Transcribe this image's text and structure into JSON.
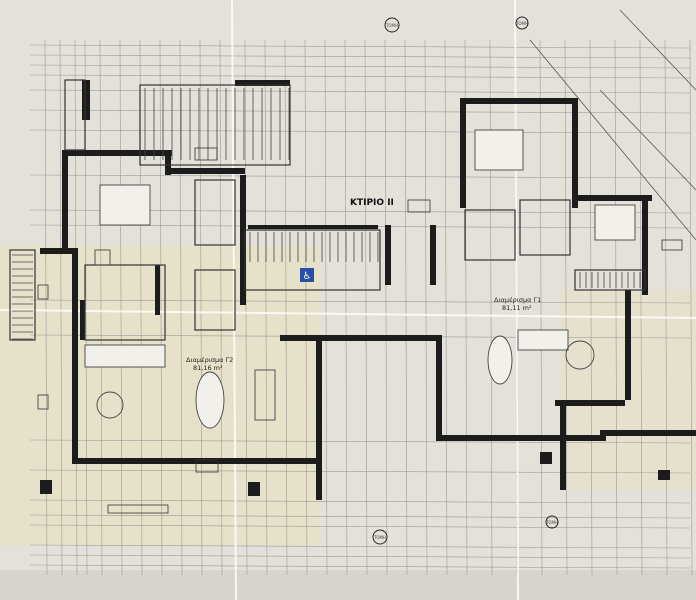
{
  "building_title": "ΚΤΙΡΙΟ ΙΙ",
  "apartments": [
    {
      "name": "Διαμέρισμα Γ2",
      "area": "81,16 m²"
    },
    {
      "name": "Διαμέρισμα Γ1",
      "area": "81,11 m²"
    }
  ],
  "section_markers": [
    "ΤΟΜΗ",
    "ΤΟΜΗ",
    "ΤΟΜΗ",
    "ΤΟΜΗ"
  ],
  "colors": {
    "paper": "#e3e1da",
    "wall": "#1c1c1c",
    "balcony": "#e6e1c5",
    "grid": "#7d7d7d",
    "fold": "#ffffff"
  },
  "icons": [
    "accessibility-icon",
    "bed-icon",
    "sofa-icon",
    "dining-table-icon",
    "section-marker-icon"
  ]
}
